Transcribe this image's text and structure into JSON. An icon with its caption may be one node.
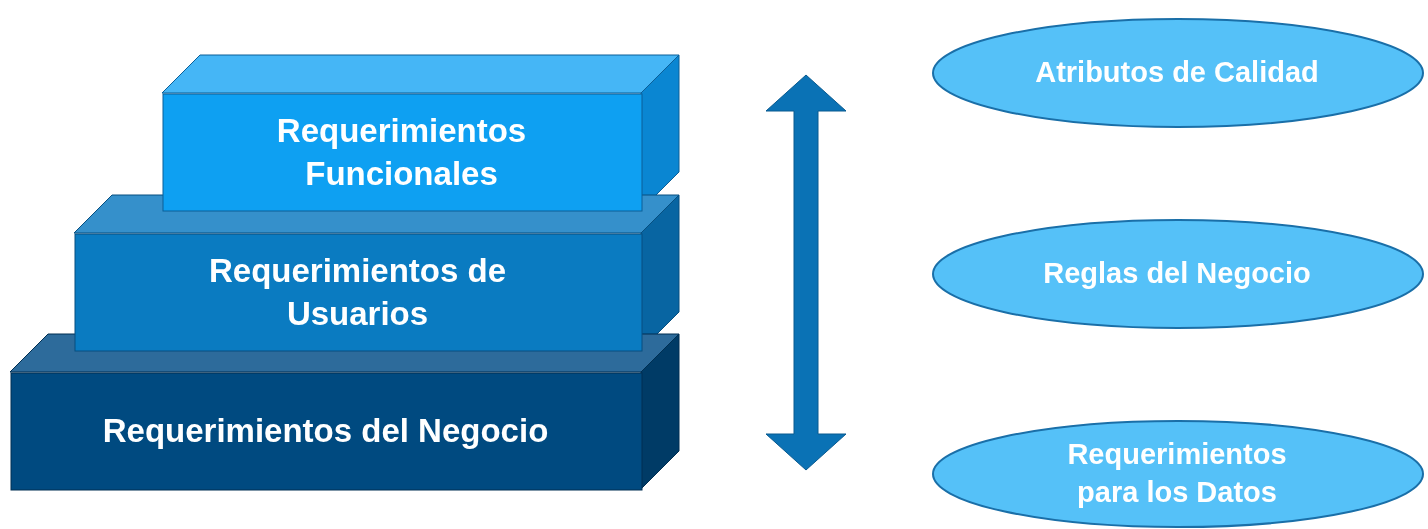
{
  "diagram": {
    "nodes": [
      {
        "text": [
          "Requerimientos Funcionales"
        ]
      },
      {
        "text": [
          "Requerimientos de Usuarios"
        ]
      },
      {
        "text": [
          "Requerimientos del Negocio"
        ]
      },
      {
        "text": [
          "Atributos de Calidad"
        ]
      },
      {
        "text": [
          "Reglas del Negocio"
        ]
      },
      {
        "text": [
          "Requerimientos para los Datos"
        ]
      }
    ]
  }
}
